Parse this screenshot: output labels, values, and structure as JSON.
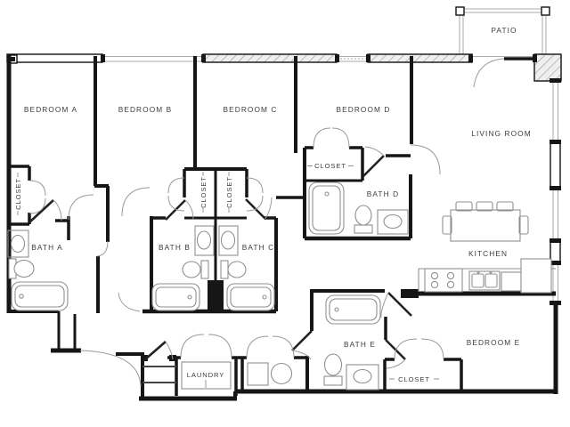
{
  "floorplan": {
    "rooms": {
      "bedroom_a": "BEDROOM A",
      "bedroom_b": "BEDROOM B",
      "bedroom_c": "BEDROOM C",
      "bedroom_d": "BEDROOM D",
      "bedroom_e": "BEDROOM E",
      "living_room": "LIVING ROOM",
      "kitchen": "KITCHEN",
      "patio": "PATIO",
      "bath_a": "BATH A",
      "bath_b": "BATH B",
      "bath_c": "BATH C",
      "bath_d": "BATH D",
      "bath_e": "BATH E",
      "laundry": "LAUNDRY",
      "closet_a": "CLOSET",
      "closet_b": "CLOSET",
      "closet_c": "CLOSET",
      "closet_d": "CLOSET",
      "closet_e": "CLOSET"
    },
    "colors": {
      "wall": "#161616",
      "fixture_line": "#8f8f8f",
      "label": "#3c3c3c",
      "background": "#ffffff"
    }
  }
}
